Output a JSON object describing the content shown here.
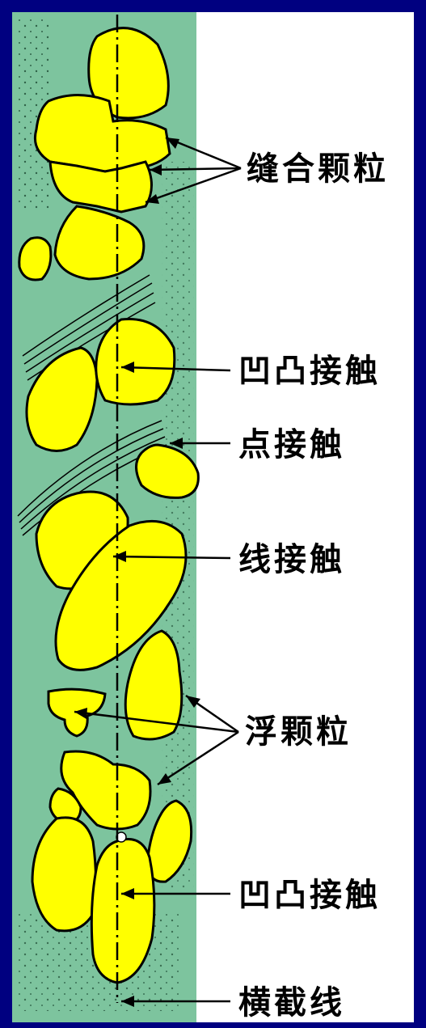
{
  "colors": {
    "frame": "#000080",
    "background": "#ffffff",
    "matrix": "#7dc49e",
    "grain": "#ffff00",
    "outline": "#000000"
  },
  "labels": {
    "sutured_grains": "缝合颗粒",
    "concavo_convex_top": "凹凸接触",
    "point_contact": "点接触",
    "line_contact": "线接触",
    "floating_grains": "浮颗粒",
    "concavo_convex_bottom": "凹凸接触",
    "traverse_line": "横截线"
  }
}
